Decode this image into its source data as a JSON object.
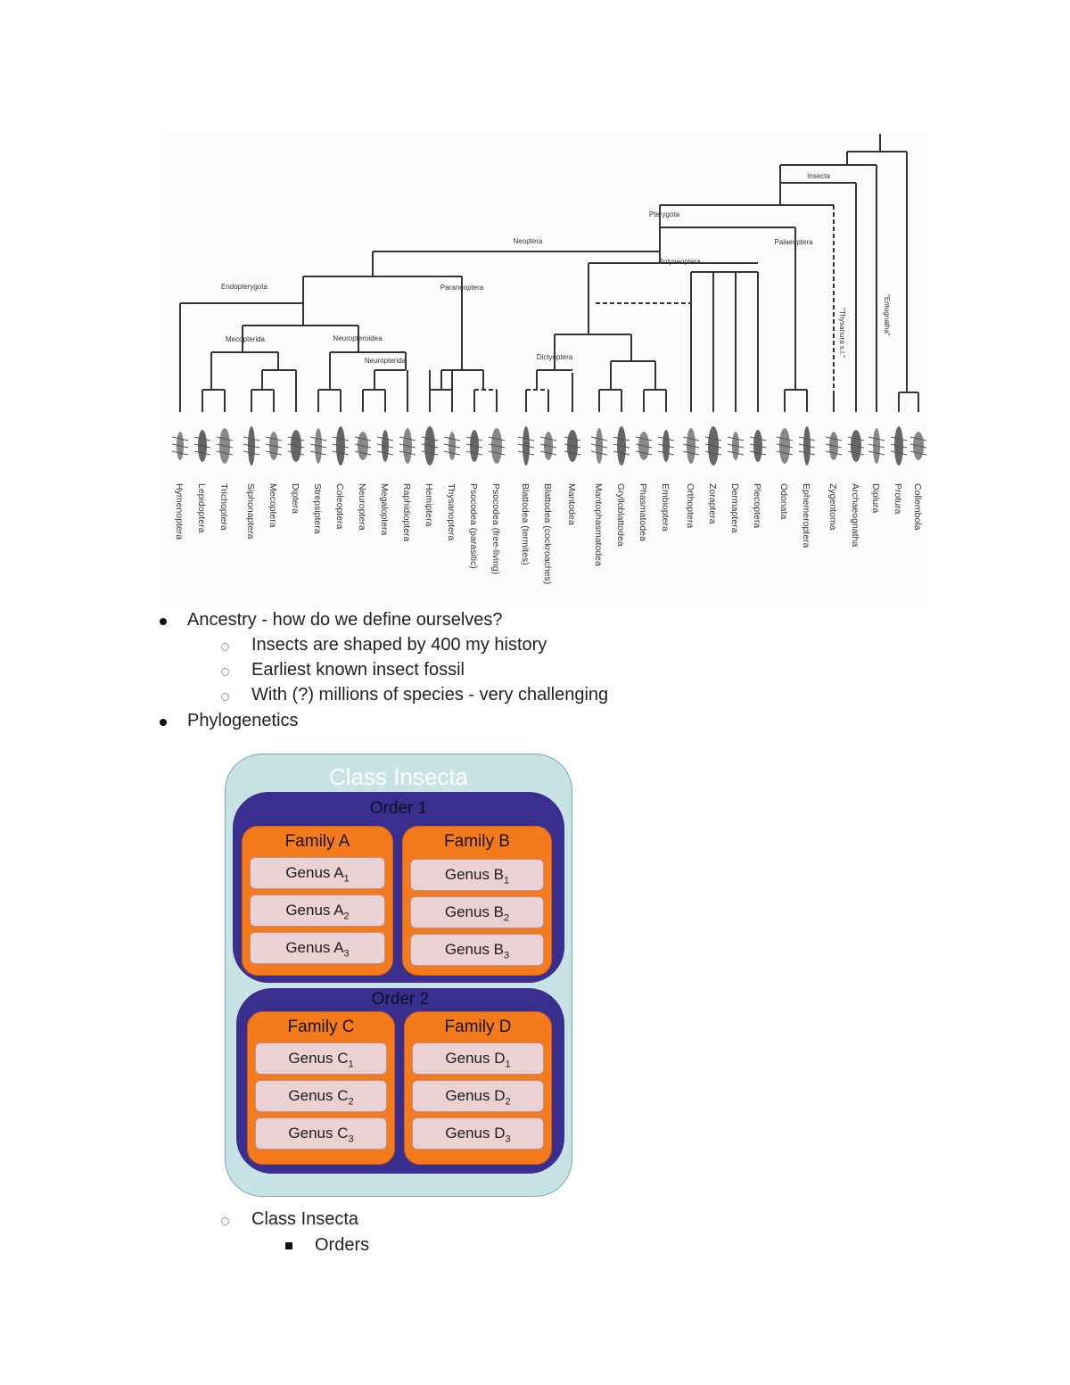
{
  "tree": {
    "clade_labels": {
      "insecta": "Insecta",
      "pterygota": "Pterygota",
      "neoptera": "Neoptera",
      "palaeoptera": "Palaeoptera",
      "polyneoptera": "Polyneoptera",
      "endopterygota": "Endopterygota",
      "paraneoptera": "Paraneoptera",
      "mecopterida": "Mecopterida",
      "neuropteroidea": "Neuropteroidea",
      "neuropterida": "Neuropterida",
      "dictyoptera": "Dictyoptera",
      "thysanura": "\"Thysanura s.l.\"",
      "entognatha": "\"Entognatha\""
    },
    "taxa": [
      "Hymenoptera",
      "Lepidoptera",
      "Trichoptera",
      "Siphonaptera",
      "Mecoptera",
      "Diptera",
      "Strepsiptera",
      "Coleoptera",
      "Neuroptera",
      "Megaloptera",
      "Raphidioptera",
      "Hemiptera",
      "Thysanoptera",
      "Psocodea (parasitic)",
      "Psocodea (free-living)",
      "Blattodea (termites)",
      "Blattodea (cockroaches)",
      "Mantodea",
      "Mantophasmatodea",
      "Grylloblattodea",
      "Phasmatodea",
      "Embioptera",
      "Orthoptera",
      "Zoraptera",
      "Dermaptera",
      "Plecoptera",
      "Odonata",
      "Ephemeroptera",
      "Zygentoma",
      "Archaeognatha",
      "Diplura",
      "Protura",
      "Collembola"
    ]
  },
  "notes": {
    "item1": "Ancestry - how do we define ourselves?",
    "item1_sub1": "Insects are shaped by 400 my history",
    "item1_sub2": "Earliest known insect fossil",
    "item1_sub3": "With (?) millions of species - very challenging",
    "item2": "Phylogenetics",
    "item3": "Class Insecta",
    "item3_sub1": "Orders"
  },
  "diagram": {
    "title": "Class Insecta",
    "order1": {
      "title": "Order 1",
      "familyA": {
        "title": "Family A",
        "genera": [
          "Genus A",
          "Genus A",
          "Genus A"
        ],
        "subs": [
          "1",
          "2",
          "3"
        ]
      },
      "familyB": {
        "title": "Family B",
        "genera": [
          "Genus B",
          "Genus B",
          "Genus B"
        ],
        "subs": [
          "1",
          "2",
          "3"
        ]
      }
    },
    "order2": {
      "title": "Order 2",
      "familyC": {
        "title": "Family C",
        "genera": [
          "Genus C",
          "Genus C",
          "Genus C"
        ],
        "subs": [
          "1",
          "2",
          "3"
        ]
      },
      "familyD": {
        "title": "Family D",
        "genera": [
          "Genus D",
          "Genus D",
          "Genus D"
        ],
        "subs": [
          "1",
          "2",
          "3"
        ]
      }
    },
    "colors": {
      "class_bg": "#c8e3e6",
      "order_bg": "#3a2f8e",
      "family_bg": "#f57a1c",
      "genus_bg": "#ead1d3"
    }
  }
}
